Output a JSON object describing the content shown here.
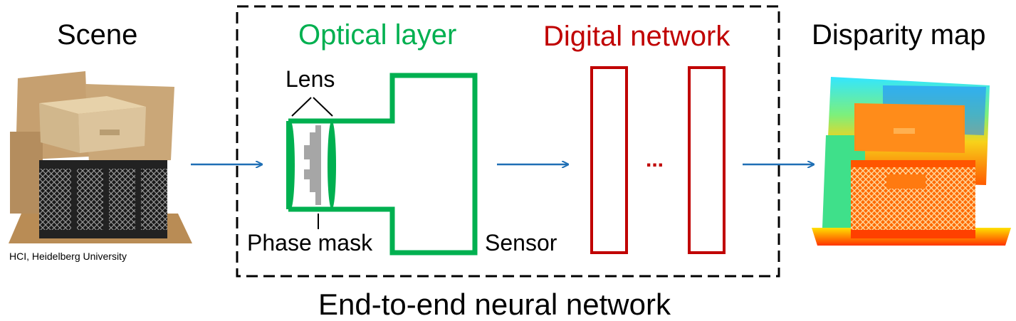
{
  "titles": {
    "scene": "Scene",
    "optical_layer": "Optical layer",
    "digital_network": "Digital network",
    "disparity_map": "Disparity map"
  },
  "labels": {
    "lens": "Lens",
    "phase_mask": "Phase mask",
    "sensor": "Sensor",
    "ellipsis": "...",
    "credit": "HCI, Heidelberg University",
    "caption": "End-to-end neural network"
  },
  "colors": {
    "optical": "#00b050",
    "digital": "#c00000",
    "arrow": "#1f6fb5",
    "mask": "#a6a6a6",
    "text": "#000000"
  },
  "icons": {
    "scene_image": "boxes-and-crate-photo",
    "disparity_image": "rainbow-depth-map"
  }
}
